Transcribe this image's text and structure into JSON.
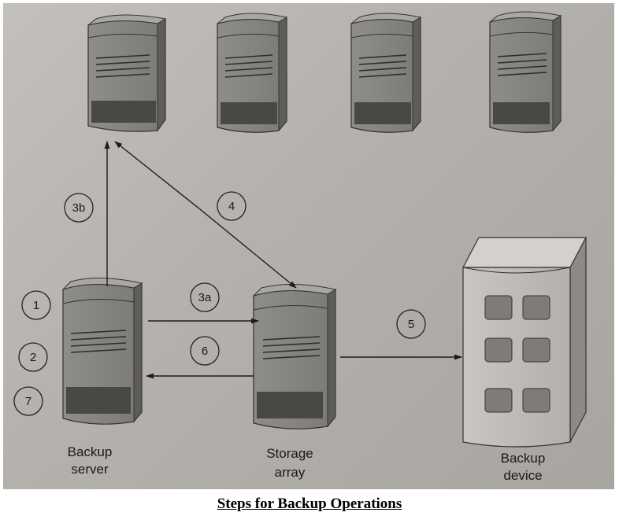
{
  "diagram": {
    "nodes": {
      "backup_server": {
        "line1": "Backup",
        "line2": "server"
      },
      "storage_array": {
        "line1": "Storage",
        "line2": "array"
      },
      "backup_device": {
        "line1": "Backup",
        "line2": "device"
      }
    },
    "steps": {
      "s1": "1",
      "s2": "2",
      "s7": "7",
      "s3a": "3a",
      "s3b": "3b",
      "s4": "4",
      "s5": "5",
      "s6": "6"
    }
  },
  "caption": "Steps for Backup Operations"
}
